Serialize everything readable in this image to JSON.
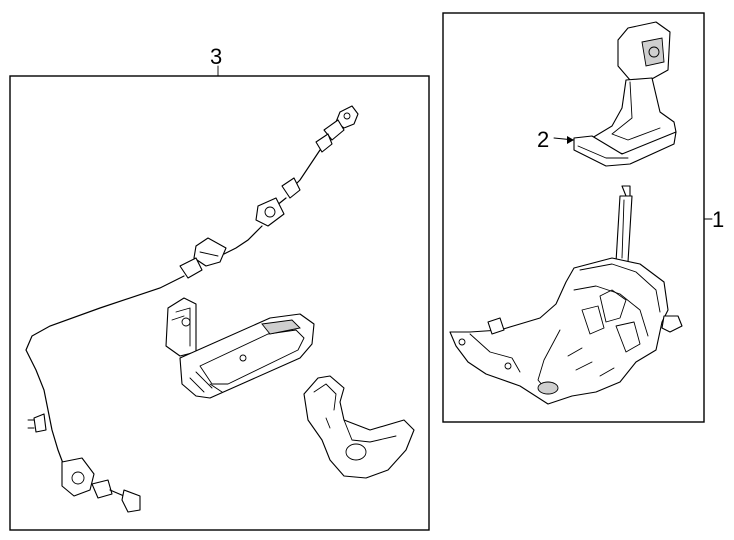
{
  "callouts": {
    "shifter_assembly": "1",
    "shift_knob": "2",
    "shift_cable": "3"
  },
  "colors": {
    "ink": "#000000",
    "background": "#ffffff"
  }
}
